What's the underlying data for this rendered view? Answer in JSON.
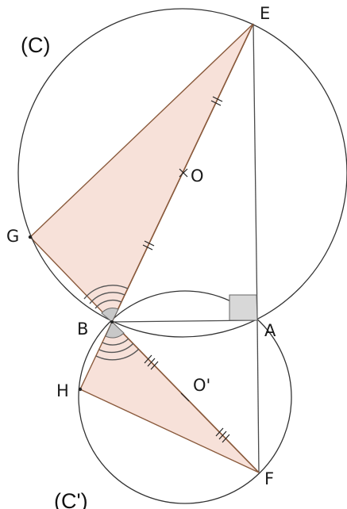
{
  "figure": {
    "circle_labels": {
      "C": "(C)",
      "C_prime": "(C')"
    },
    "points": {
      "E": "E",
      "O": "O",
      "G": "G",
      "B": "B",
      "A": "A",
      "H": "H",
      "O_prime": "O'",
      "F": "F"
    },
    "colors": {
      "triangle_fill": "#f6dcd2",
      "triangle_stroke": "#8a5a3c",
      "angle_fill": "#c8c8c8",
      "line": "#4a4a4a"
    }
  }
}
